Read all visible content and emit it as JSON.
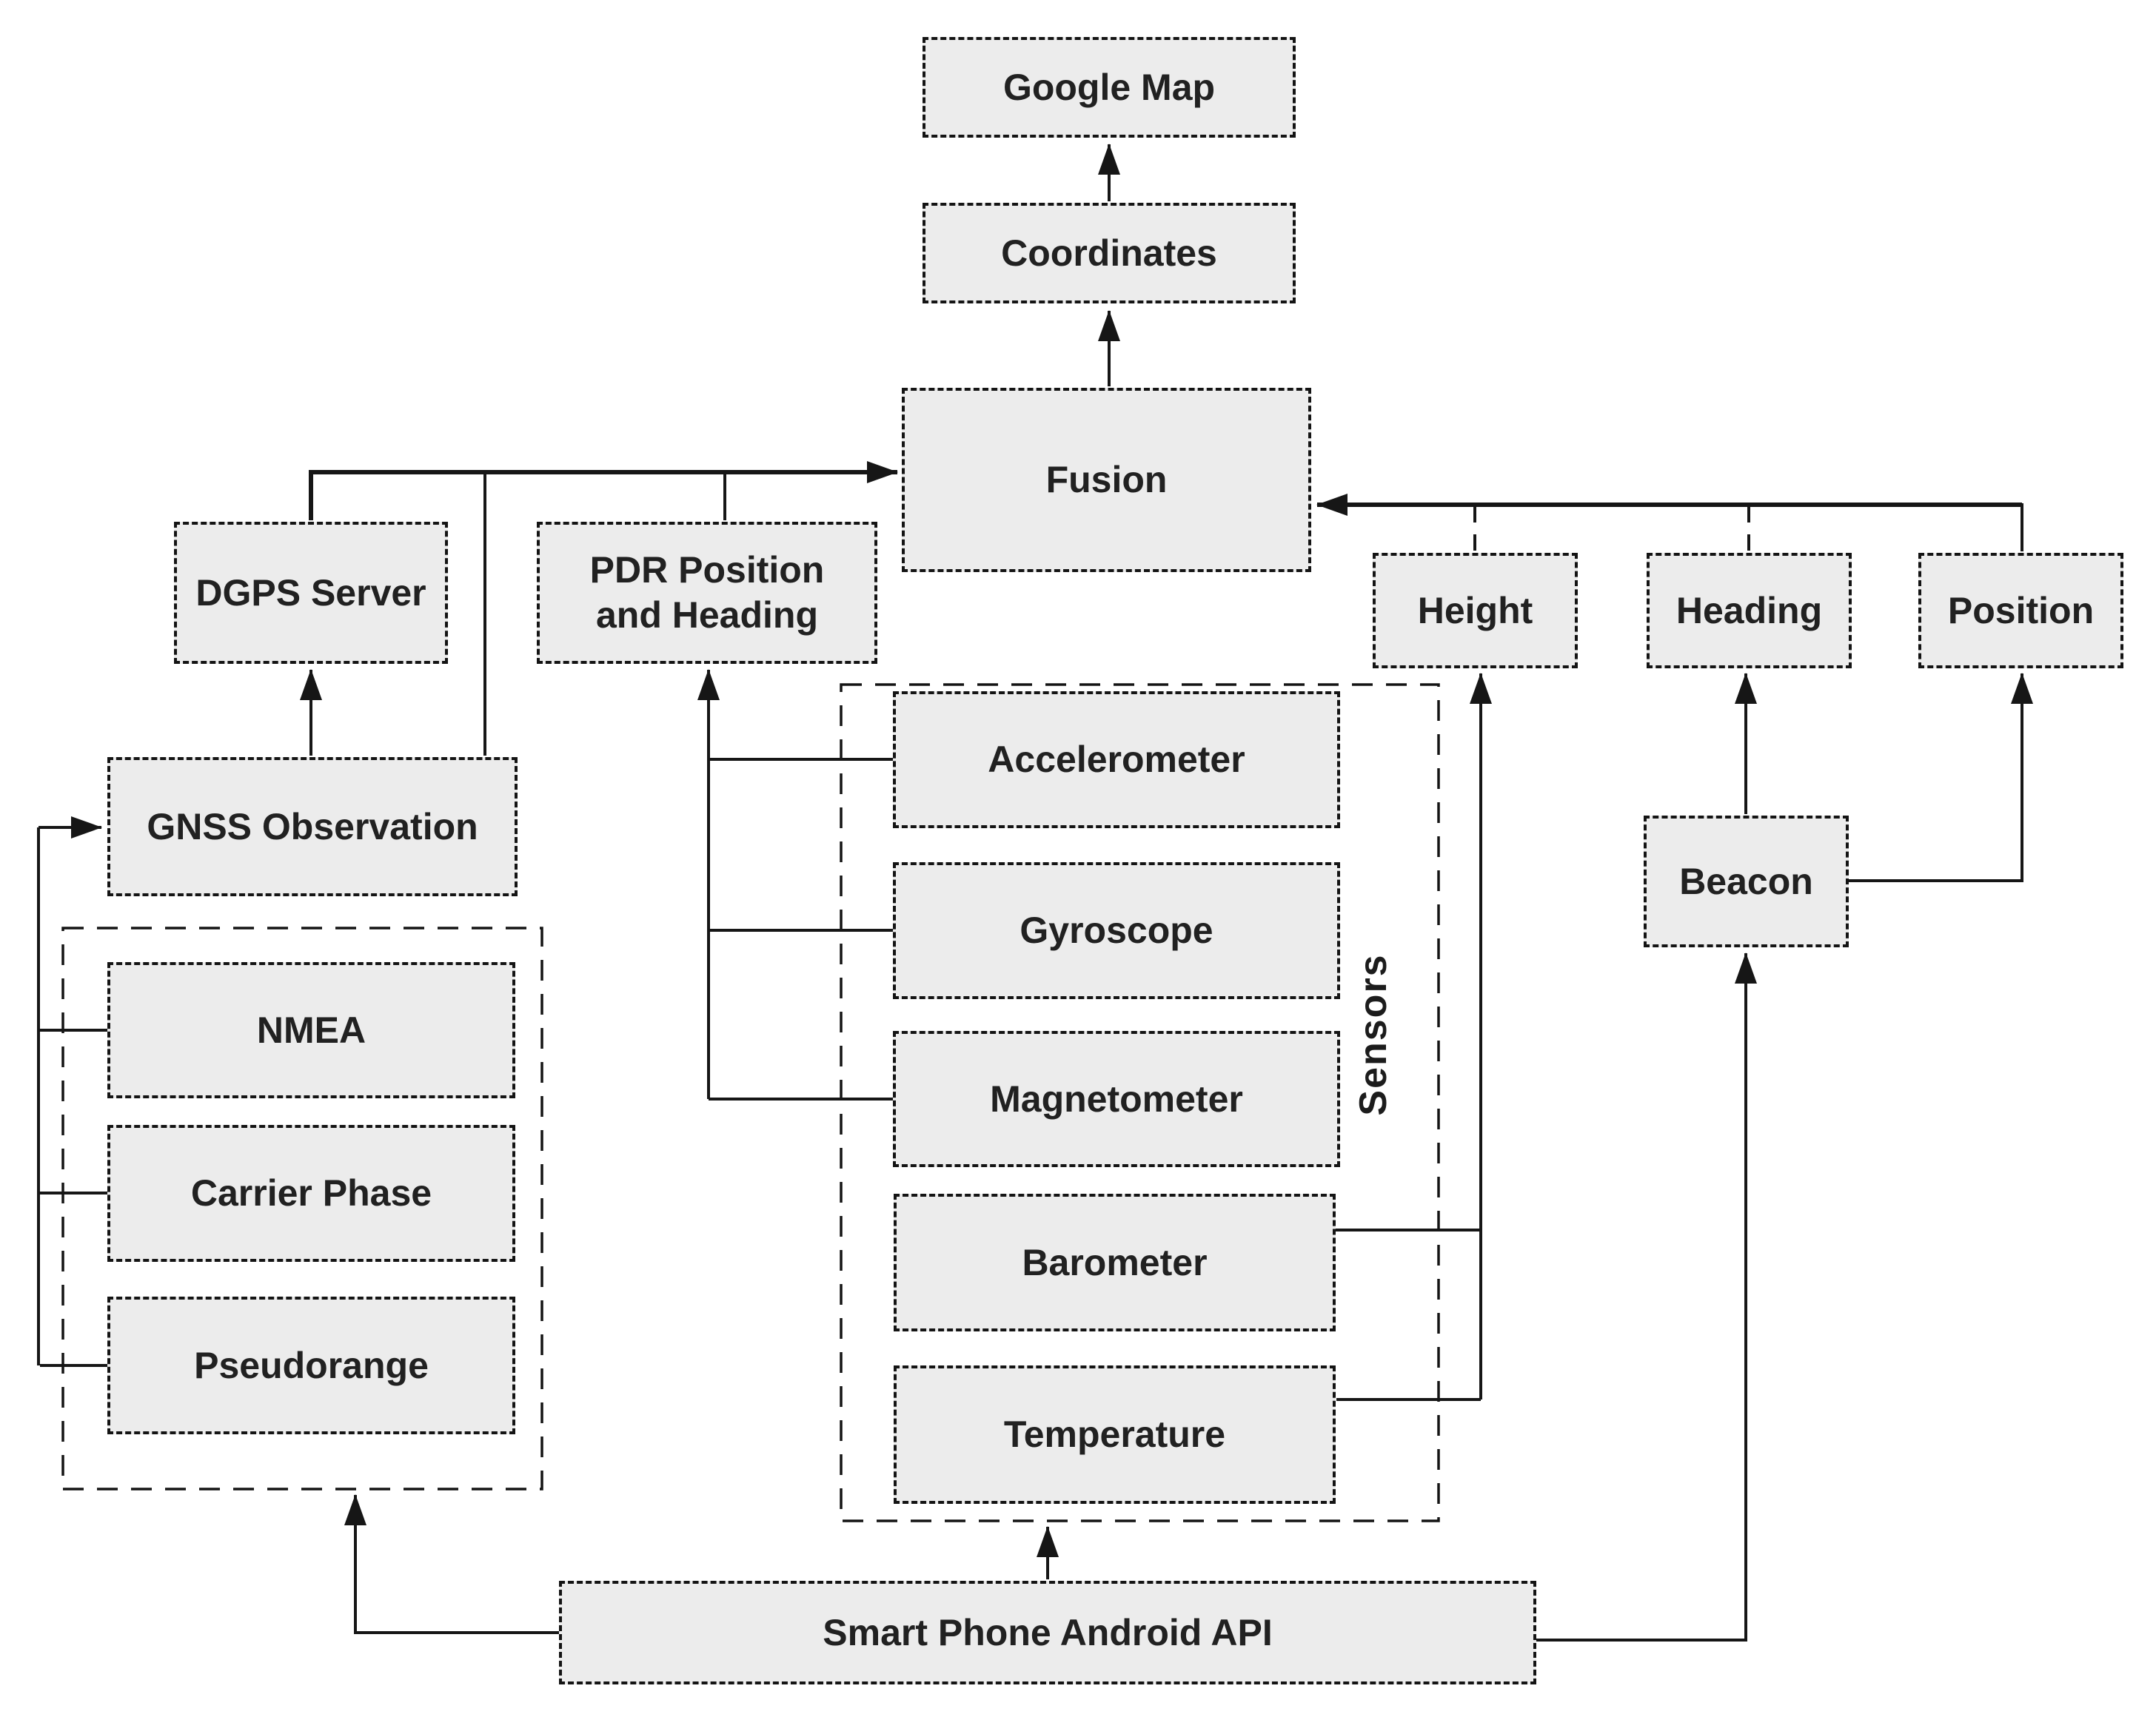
{
  "nodes": {
    "google_map": {
      "label": "Google Map"
    },
    "coordinates": {
      "label": "Coordinates"
    },
    "fusion": {
      "label": "Fusion"
    },
    "dgps_server": {
      "label": "DGPS Server"
    },
    "pdr": {
      "label": "PDR Position and Heading"
    },
    "height": {
      "label": "Height"
    },
    "heading": {
      "label": "Heading"
    },
    "position": {
      "label": "Position"
    },
    "gnss_observation": {
      "label": "GNSS Observation"
    },
    "nmea": {
      "label": "NMEA"
    },
    "carrier_phase": {
      "label": "Carrier Phase"
    },
    "pseudorange": {
      "label": "Pseudorange"
    },
    "accelerometer": {
      "label": "Accelerometer"
    },
    "gyroscope": {
      "label": "Gyroscope"
    },
    "magnetometer": {
      "label": "Magnetometer"
    },
    "barometer": {
      "label": "Barometer"
    },
    "temperature": {
      "label": "Temperature"
    },
    "beacon": {
      "label": "Beacon"
    },
    "smartphone_api": {
      "label": "Smart Phone Android API"
    }
  },
  "groups": {
    "sensors": {
      "label": "Sensors"
    },
    "gnss_data": {
      "label": ""
    }
  },
  "edges": [
    {
      "id": "coordinates-to-google-map",
      "from": "Coordinates",
      "to": "Google Map"
    },
    {
      "id": "fusion-to-coordinates",
      "from": "Fusion",
      "to": "Coordinates"
    },
    {
      "id": "dgps-server-to-fusion",
      "from": "DGPS Server",
      "to": "Fusion"
    },
    {
      "id": "gnss-observation-to-fusion",
      "from": "GNSS Observation",
      "to": "Fusion"
    },
    {
      "id": "pdr-to-fusion",
      "from": "PDR Position and Heading",
      "to": "Fusion"
    },
    {
      "id": "gnss-observation-to-dgps-server",
      "from": "GNSS Observation",
      "to": "DGPS Server"
    },
    {
      "id": "nmea-to-gnss-observation",
      "from": "NMEA",
      "to": "GNSS Observation"
    },
    {
      "id": "carrier-phase-to-gnss-observation",
      "from": "Carrier Phase",
      "to": "GNSS Observation"
    },
    {
      "id": "pseudorange-to-gnss-observation",
      "from": "Pseudorange",
      "to": "GNSS Observation"
    },
    {
      "id": "accelerometer-to-pdr",
      "from": "Accelerometer",
      "to": "PDR Position and Heading"
    },
    {
      "id": "gyroscope-to-pdr",
      "from": "Gyroscope",
      "to": "PDR Position and Heading"
    },
    {
      "id": "magnetometer-to-pdr",
      "from": "Magnetometer",
      "to": "PDR Position and Heading"
    },
    {
      "id": "barometer-to-height",
      "from": "Barometer",
      "to": "Height"
    },
    {
      "id": "temperature-to-height",
      "from": "Temperature",
      "to": "Height"
    },
    {
      "id": "height-to-fusion",
      "from": "Height",
      "to": "Fusion"
    },
    {
      "id": "heading-to-fusion",
      "from": "Heading",
      "to": "Fusion"
    },
    {
      "id": "position-to-fusion",
      "from": "Position",
      "to": "Fusion"
    },
    {
      "id": "beacon-to-heading",
      "from": "Beacon",
      "to": "Heading"
    },
    {
      "id": "beacon-to-position",
      "from": "Beacon",
      "to": "Position"
    },
    {
      "id": "api-to-sensors-group",
      "from": "Smart Phone Android API",
      "to": "Sensors"
    },
    {
      "id": "api-to-gnss-data-group",
      "from": "Smart Phone Android API",
      "to": "NMEA / Carrier Phase / Pseudorange group"
    },
    {
      "id": "api-to-beacon",
      "from": "Smart Phone Android API",
      "to": "Beacon"
    }
  ],
  "colors": {
    "background": "#ffffff",
    "box_fill": "#ececec",
    "box_border": "#141414",
    "line": "#161616",
    "text": "#212121"
  }
}
